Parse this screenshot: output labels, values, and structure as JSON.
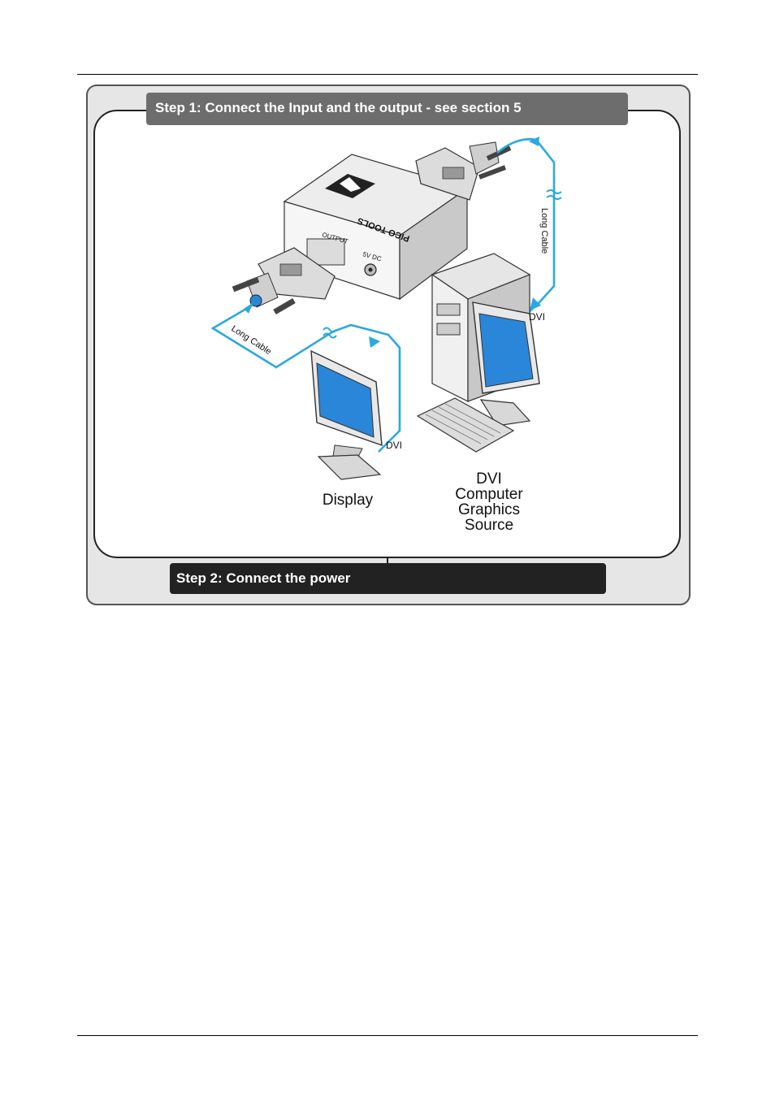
{
  "step1": {
    "title": "Step 1: Connect the Input and the output - see section 5"
  },
  "step2": {
    "title": "Step 2: Connect the power"
  },
  "device": {
    "brand": "PICO TOOLS",
    "output_label": "OUTPUT",
    "power_label": "5V DC"
  },
  "cables": {
    "long_cable_top": "Long Cable",
    "long_cable_left": "Long Cable",
    "dvi_source": "DVI",
    "dvi_display": "DVI"
  },
  "captions": {
    "display": "Display",
    "source_line1": "DVI",
    "source_line2": "Computer",
    "source_line3": "Graphics",
    "source_line4": "Source"
  },
  "colors": {
    "cable": "#29a9e0",
    "frame_fill": "#e6e6e6",
    "banner1": "#6d6d6d",
    "banner2": "#222222",
    "screen": "#2a86d8"
  }
}
